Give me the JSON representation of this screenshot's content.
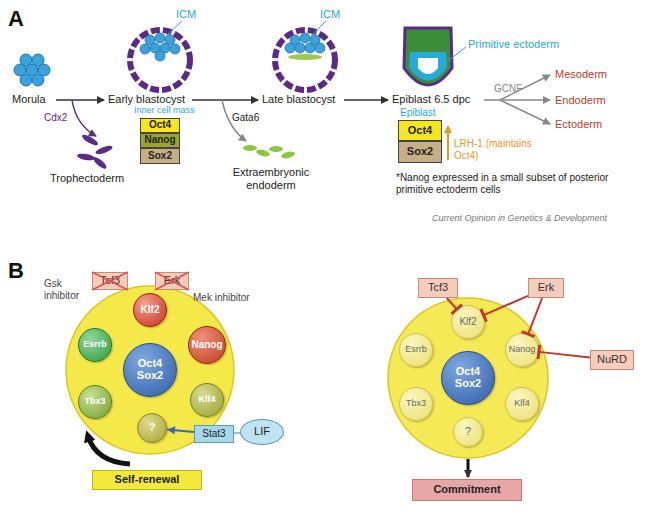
{
  "diagram": {
    "nodes": [
      {
        "text": [
          "Oct4"
        ]
      },
      {
        "text": [
          "Nanog"
        ]
      },
      {
        "text": [
          "Sox2"
        ]
      },
      {
        "text": [
          "Oct4"
        ]
      },
      {
        "text": [
          "Sox2"
        ]
      },
      {
        "text": [
          "Tcf3"
        ]
      },
      {
        "text": [
          "Erk"
        ]
      },
      {
        "text": [
          "Klf2"
        ]
      },
      {
        "text": [
          "Esrrb"
        ]
      },
      {
        "text": [
          "Nanog"
        ]
      },
      {
        "text": [
          "Oct4 Sox2"
        ]
      },
      {
        "text": [
          "Tbx3"
        ]
      },
      {
        "text": [
          "Klf4"
        ]
      },
      {
        "text": [
          "?"
        ]
      },
      {
        "text": [
          "Stat3"
        ]
      },
      {
        "text": [
          "LIF"
        ]
      },
      {
        "text": [
          "Self-renewal"
        ]
      },
      {
        "text": [
          "Tcf3"
        ]
      },
      {
        "text": [
          "Erk"
        ]
      },
      {
        "text": [
          "Klf2"
        ]
      },
      {
        "text": [
          "Esrrb"
        ]
      },
      {
        "text": [
          "Nanog"
        ]
      },
      {
        "text": [
          "Oct4 Sox2"
        ]
      },
      {
        "text": [
          "Tbx3"
        ]
      },
      {
        "text": [
          "Klf4"
        ]
      },
      {
        "text": [
          "?"
        ]
      },
      {
        "text": [
          "NuRD"
        ]
      },
      {
        "text": [
          "Commitment"
        ]
      }
    ],
    "edges": [
      {
        "from": 15,
        "to": 14,
        "arrow": "none"
      },
      {
        "from": 14,
        "to": 13,
        "arrow": "to"
      },
      {
        "from": 17,
        "to": 19,
        "arrow": "to"
      },
      {
        "from": 18,
        "to": 19,
        "arrow": "to"
      },
      {
        "from": 18,
        "to": 21,
        "arrow": "to"
      },
      {
        "from": 26,
        "to": 21,
        "arrow": "to"
      }
    ],
    "labels": [
      "A",
      "Morula",
      "Cdx2",
      "Trophectoderm",
      "ICM",
      "Early blastocyst",
      "Inner cell mass",
      "ICM",
      "Late blastocyst",
      "Gata6",
      "Extraembryonic endoderm",
      "Primitive ectoderm",
      "Epiblast 6.5 dpc",
      "Epiblast",
      "LRH-1 (maintains Oct4)",
      "GCNF",
      "Mesoderm",
      "Endoderm",
      "Ectoderm",
      "*Nanog expressed in a small subset of posterior primitive ectoderm cells",
      "Current Opinion in Genetics & Development",
      "B",
      "Gsk inhibitor",
      "Mek inhibitor"
    ]
  }
}
